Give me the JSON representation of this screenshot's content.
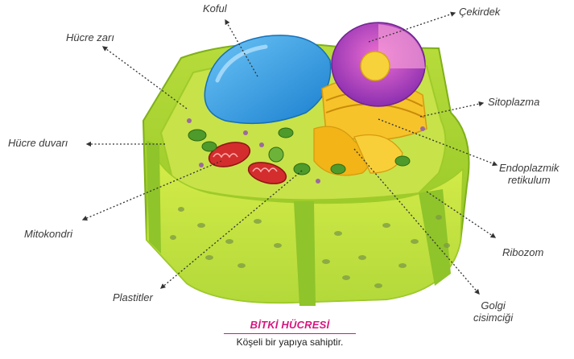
{
  "labels": {
    "koful": "Koful",
    "cekirdek": "Çekirdek",
    "hucre_zari": "Hücre zarı",
    "sitoplazma": "Sitoplazma",
    "hucre_duvari": "Hücre duvarı",
    "endoplazmik_retikulum_line1": "Endoplazmik",
    "endoplazmik_retikulum_line2": "retikulum",
    "mitokondri": "Mitokondri",
    "ribozom": "Ribozom",
    "plastitler": "Plastitler",
    "golgi_line1": "Golgi",
    "golgi_line2": "cisimciği"
  },
  "caption": {
    "title": "BİTKİ HÜCRESİ",
    "subtitle": "Köşeli bir yapıya sahiptir."
  },
  "colors": {
    "cell_wall": "#9ccc2a",
    "cytoplasm": "#c9e64a",
    "vacuole": "#2f9be0",
    "nucleus": "#a04bc0",
    "nucleolus": "#f7d23a",
    "golgi": "#f2b416",
    "mitochondria": "#d42d2d",
    "caption_accent": "#d7167f"
  }
}
